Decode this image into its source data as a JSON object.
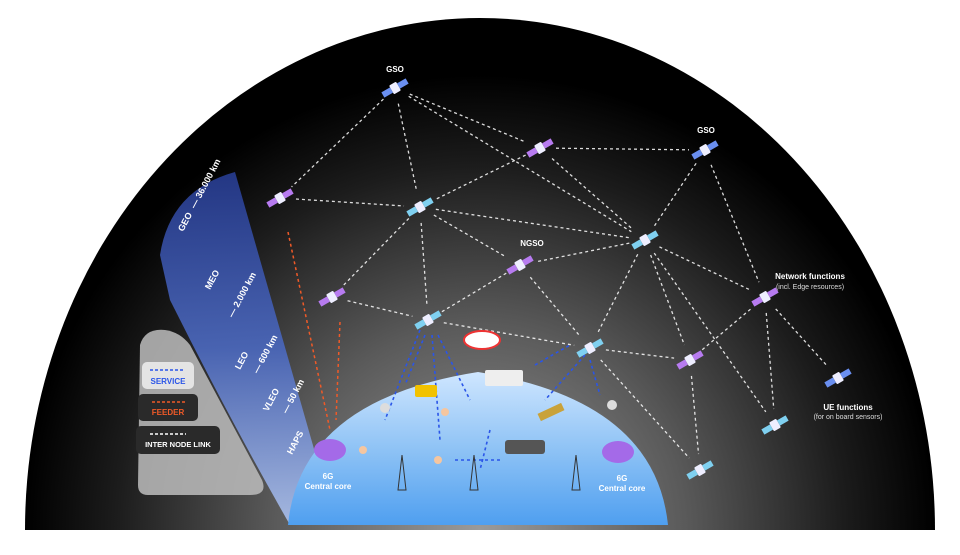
{
  "labels": {
    "gso_top": "GSO",
    "gso_right": "GSO",
    "ngso": "NGSO",
    "network_functions": "Network functions",
    "network_functions_sub": "(incl. Edge resources)",
    "ue_functions": "UE functions",
    "ue_functions_sub": "(for on board sensors)",
    "core_left_1": "6G",
    "core_left_2": "Central core",
    "core_right_1": "6G",
    "core_right_2": "Central core"
  },
  "altitudes": {
    "geo": "GEO",
    "geo_km": "— 36.000 km",
    "meo": "MEO",
    "meo_km": "— 2.000 km",
    "leo": "LEO",
    "leo_km": "— 600 km",
    "vleo": "VLEO",
    "vleo_km": "— 50 km",
    "haps": "HAPS"
  },
  "legend": {
    "service": "SERVICE",
    "feeder": "FEEDER",
    "inter_node": "INTER NODE LINK"
  },
  "colors": {
    "service": "#2a55e8",
    "feeder": "#f05a28",
    "inter_node": "#ffffff",
    "sat_purple": "#b77bf0",
    "sat_cyan": "#7fd0f0",
    "sat_blue": "#6a8ff0",
    "earth": "#8fc3f5"
  },
  "nodes": [
    {
      "id": "gso1",
      "type": "blue"
    },
    {
      "id": "gso2",
      "type": "blue"
    },
    {
      "id": "p1",
      "type": "purple"
    },
    {
      "id": "p2",
      "type": "purple"
    },
    {
      "id": "c1",
      "type": "cyan"
    },
    {
      "id": "c2",
      "type": "cyan"
    },
    {
      "id": "ngso",
      "type": "purple"
    },
    {
      "id": "p3",
      "type": "purple"
    },
    {
      "id": "c3",
      "type": "cyan"
    },
    {
      "id": "c4",
      "type": "cyan"
    },
    {
      "id": "p4",
      "type": "purple"
    },
    {
      "id": "nf",
      "type": "purple"
    },
    {
      "id": "ue",
      "type": "blue"
    },
    {
      "id": "c5",
      "type": "cyan"
    },
    {
      "id": "c6",
      "type": "cyan"
    }
  ],
  "links": [
    [
      "gso1",
      "p1"
    ],
    [
      "gso1",
      "c1"
    ],
    [
      "gso1",
      "p2"
    ],
    [
      "gso1",
      "c2"
    ],
    [
      "p1",
      "gso2"
    ],
    [
      "p1",
      "c1"
    ],
    [
      "p1",
      "c2"
    ],
    [
      "p2",
      "c1"
    ],
    [
      "c1",
      "ngso"
    ],
    [
      "c1",
      "p3"
    ],
    [
      "c1",
      "c3"
    ],
    [
      "c1",
      "c2"
    ],
    [
      "gso2",
      "c2"
    ],
    [
      "gso2",
      "nf"
    ],
    [
      "c2",
      "ngso"
    ],
    [
      "c2",
      "c4"
    ],
    [
      "c2",
      "p4"
    ],
    [
      "c2",
      "nf"
    ],
    [
      "ngso",
      "c3"
    ],
    [
      "ngso",
      "c4"
    ],
    [
      "p3",
      "c3"
    ],
    [
      "c3",
      "c4"
    ],
    [
      "c4",
      "p4"
    ],
    [
      "p4",
      "nf"
    ],
    [
      "p4",
      "c6"
    ],
    [
      "nf",
      "ue"
    ],
    [
      "nf",
      "c5"
    ],
    [
      "c2",
      "c5"
    ],
    [
      "c4",
      "c6"
    ]
  ]
}
